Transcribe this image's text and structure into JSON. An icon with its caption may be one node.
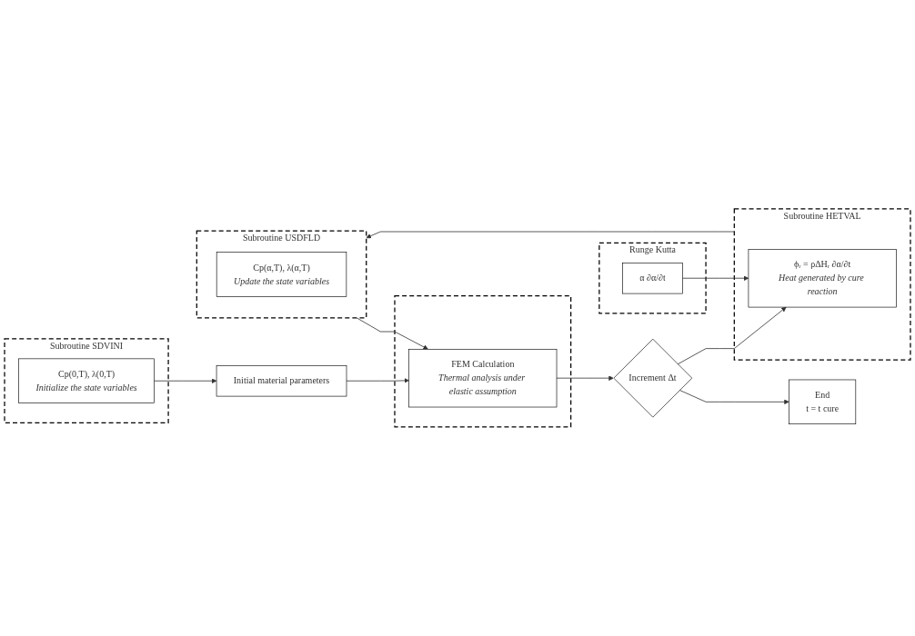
{
  "diagram": {
    "nodes": [
      {
        "text": [
          "Initial material parameters"
        ]
      },
      {
        "text": [
          "Subroutine SDVINI"
        ]
      },
      {
        "text": [
          "Cp(0,T), λ(0,T)",
          "Initialize the state variables"
        ],
        "in": 1
      },
      {
        "text": [
          "Subroutine USDFLD"
        ]
      },
      {
        "text": [
          "Cp(α,T), λ(α,T)",
          "Update the state variables"
        ],
        "in": 3
      },
      {
        "text": [],
        "shape": "box"
      },
      {
        "text": [
          "FEM Calculation",
          "Thermal analysis under elastic assumption"
        ],
        "in": 5
      },
      {
        "text": [
          "Increment Δt"
        ]
      },
      {
        "text": [
          "Subroutine HETVAL"
        ]
      },
      {
        "text": [
          "ϕᵣ = ρΔHᵣ ∂α/∂t",
          "Heat generated by cure reaction"
        ],
        "in": 8
      },
      {
        "text": [
          "Runge Kutta"
        ]
      },
      {
        "text": [
          "α ∂α/∂t"
        ],
        "in": 10
      },
      {
        "text": [
          "End",
          "t = t cure"
        ]
      }
    ],
    "edges": [
      {
        "from": 2,
        "to": 0,
        "arrow": "to"
      },
      {
        "from": 0,
        "to": 6,
        "arrow": "to"
      },
      {
        "from": 3,
        "to": 6,
        "arrow": "to"
      },
      {
        "from": 6,
        "to": 7,
        "arrow": "to"
      },
      {
        "from": 7,
        "to": 9,
        "arrow": "to"
      },
      {
        "from": 11,
        "to": 9,
        "arrow": "to"
      },
      {
        "from": 8,
        "to": 3,
        "arrow": "to"
      },
      {
        "from": 7,
        "to": 12,
        "arrow": "to"
      }
    ]
  }
}
